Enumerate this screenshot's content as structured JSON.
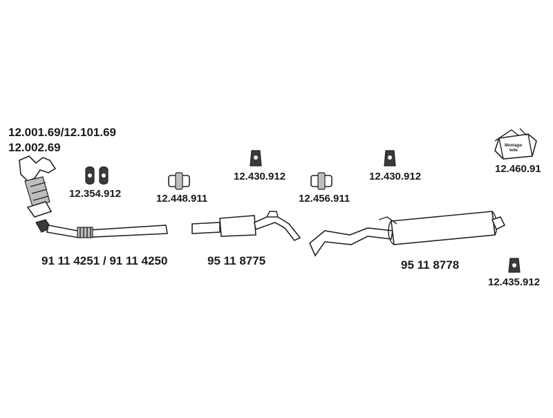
{
  "parts": {
    "catalyst_line1": "12.001.69/12.101.69",
    "catalyst_line2": "12.002.69",
    "mount_pair": "12.354.912",
    "clamp_1": "12.448.911",
    "hanger_1": "12.430.912",
    "clamp_2": "12.456.911",
    "hanger_2": "12.430.912",
    "mounting_kit": "12.460.91",
    "mounting_kit_box_text_1": "Montage-",
    "mounting_kit_box_text_2": "teile",
    "front_pipe": "91 11 4251 / 91 11 4250",
    "middle_silencer": "95 11 8775",
    "rear_silencer": "95 11 8778",
    "hanger_3": "12.435.912"
  }
}
